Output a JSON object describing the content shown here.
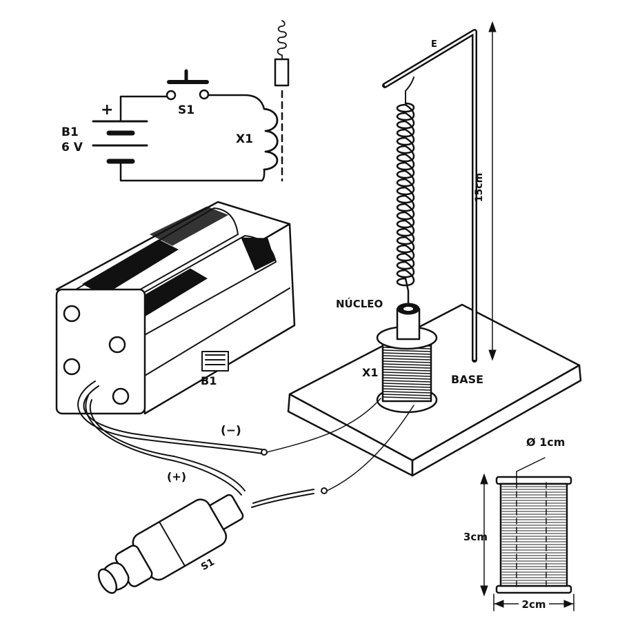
{
  "schematic": {
    "battery_label": "B1",
    "battery_voltage": "6 V",
    "battery_plus": "+",
    "switch_label": "S1",
    "coil_label": "X1"
  },
  "assembly": {
    "core_label": "NÚCLEO",
    "coil_label": "X1",
    "base_label": "BASE",
    "battery_label": "B1",
    "switch_label": "S1",
    "height_label": "15cm",
    "wire_negative": "(−)",
    "wire_positive": "(+)",
    "rod_label": "E"
  },
  "coil_detail": {
    "diameter": "Ø 1cm",
    "height": "3cm",
    "width": "2cm"
  },
  "colors": {
    "ink": "#111111",
    "paper": "#ffffff"
  }
}
